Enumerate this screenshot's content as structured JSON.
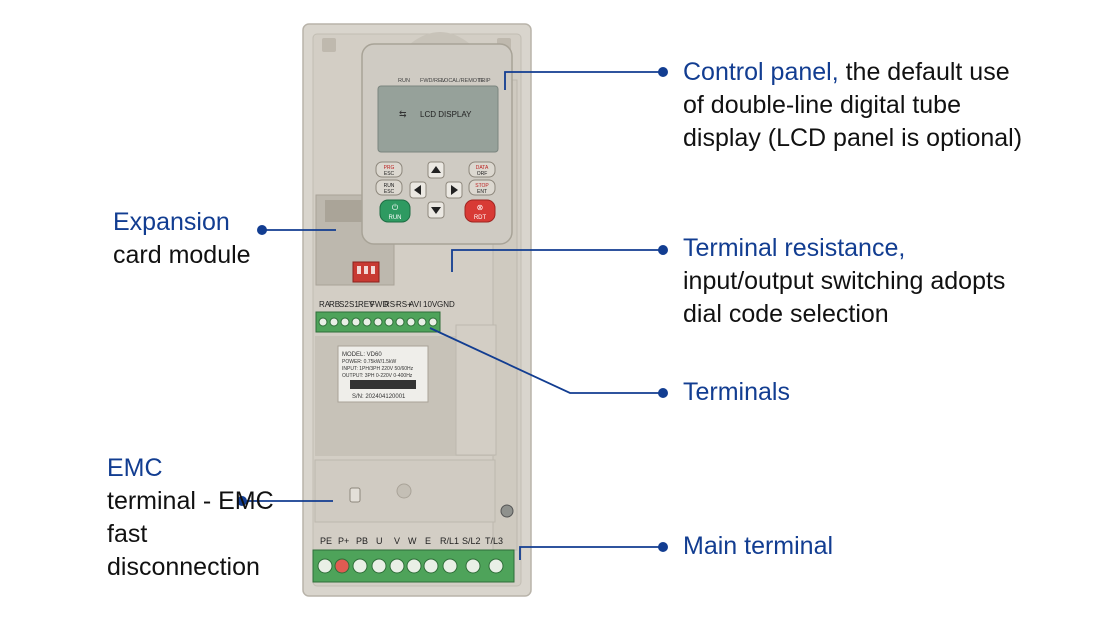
{
  "callouts": {
    "control_panel": {
      "title": "Control panel,",
      "text": " the default use of double-line digital tube display (LCD panel is optional)"
    },
    "terminal_resistance": {
      "title": "Terminal resistance,",
      "text": "input/output switching adopts dial code selection"
    },
    "terminals": {
      "title": "Terminals"
    },
    "main_terminal": {
      "title": "Main terminal"
    },
    "expansion": {
      "title": "Expansion",
      "text": "card module"
    },
    "emc": {
      "title": "EMC",
      "text": "terminal - EMC fast disconnection"
    }
  },
  "keypad": {
    "indicators": [
      "RUN",
      "FWD/REV",
      "LOCAL/REMOTE",
      "TRIP"
    ],
    "lcd_text": "LCD DISPLAY",
    "keys": {
      "prg": [
        "PRG",
        "ESC"
      ],
      "data": [
        "DATA",
        "ORF"
      ],
      "run_esc": [
        "RUN",
        "ESC"
      ],
      "stop_ent": [
        "STOP",
        "ENT"
      ],
      "run": "RUN",
      "rdt": "RDT"
    }
  },
  "control_terminals": [
    "RA",
    "RB",
    "S2",
    "S1",
    "REV",
    "FWD",
    "RS-",
    "RS+",
    "AVI",
    "10V",
    "GND"
  ],
  "nameplate": {
    "model": "MODEL: VD60",
    "power": "POWER: 0.75kW/1.5kW",
    "input": "INPUT: 1PH/3PH 220V 50/60Hz",
    "output": "OUTPUT: 3PH 0-220V 0-400Hz",
    "serial": "S/N: 202404120001"
  },
  "main_terminals": [
    "PE",
    "P+",
    "PB",
    "U",
    "V",
    "W",
    "E",
    "R/L1",
    "S/L2",
    "T/L3"
  ],
  "colors": {
    "accent": "#123d91",
    "housing": "#d9d5cd",
    "terminal_green": "#4ea35a",
    "run_key": "#2e9a61",
    "stop_key": "#d83a35"
  }
}
